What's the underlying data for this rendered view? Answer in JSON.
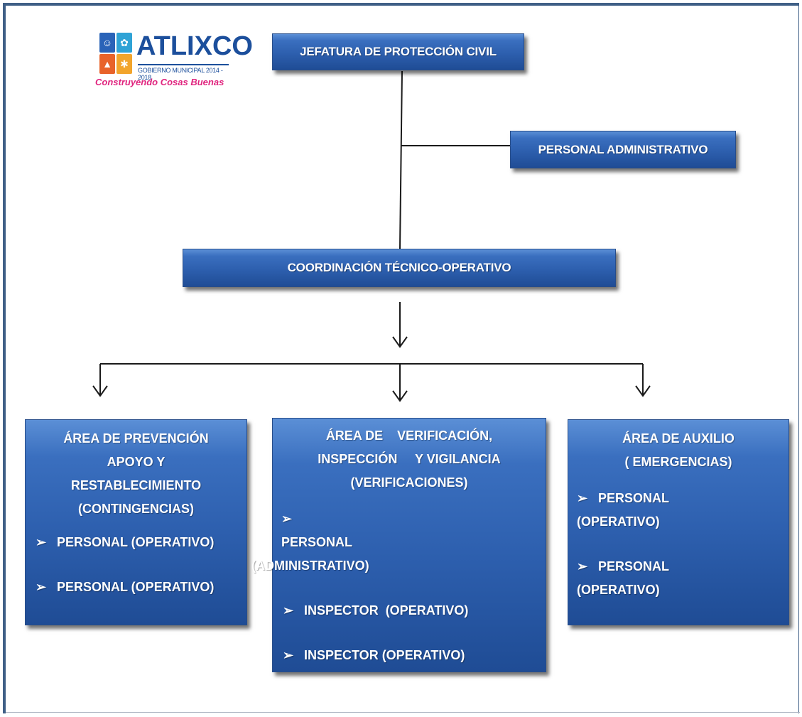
{
  "logo": {
    "brand": "ATLIXCO",
    "government": "GOBIERNO MUNICIPAL 2014 - 2018",
    "slogan": "Construyendo Cosas Buenas",
    "tile_colors": [
      "#2a63b8",
      "#2fa3d6",
      "#e8632a",
      "#f2a52c"
    ],
    "tile_icons": [
      "person-icon",
      "bird-icon",
      "mountain-icon",
      "sun-icon"
    ]
  },
  "nodes": {
    "jefatura": "JEFATURA DE  PROTECCIÓN CIVIL",
    "administrativo": "PERSONAL ADMINISTRATIVO",
    "coordinacion": "COORDINACIÓN TÉCNICO-OPERATIVO"
  },
  "areas": [
    {
      "title_lines": [
        "ÁREA DE PREVENCIÓN",
        "APOYO Y",
        "RESTABLECIMIENTO",
        "(CONTINGENCIAS)"
      ],
      "items": [
        "PERSONAL (OPERATIVO)",
        "PERSONAL (OPERATIVO)"
      ]
    },
    {
      "title_lines": [
        "ÁREA DE    VERIFICACIÓN,",
        "INSPECCIÓN     Y VIGILANCIA",
        "(VERIFICACIONES)"
      ],
      "items": [
        "PERSONAL (ADMINISTRATIVO)",
        "INSPECTOR  (OPERATIVO)",
        "INSPECTOR (OPERATIVO)"
      ]
    },
    {
      "title_lines": [
        "ÁREA DE AUXILIO",
        "( EMERGENCIAS)"
      ],
      "items": [
        "PERSONAL (OPERATIVO)",
        "PERSONAL (OPERATIVO)"
      ]
    }
  ],
  "bullet_symbol": "➢",
  "colors": {
    "box_fill": "#2d5fae",
    "frame": "#3f5f86",
    "logo_blue": "#1c4f9c",
    "slogan_pink": "#e0247e"
  }
}
